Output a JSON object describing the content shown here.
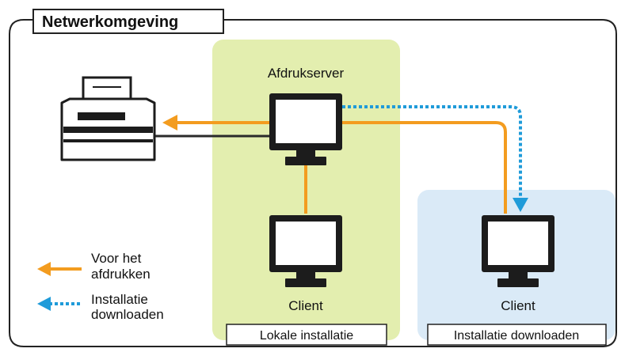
{
  "title": "Netwerkomgeving",
  "nodes": {
    "printer": {
      "label": ""
    },
    "server": {
      "label": "Afdrukserver"
    },
    "client_local": {
      "label": "Client"
    },
    "client_download": {
      "label": "Client"
    }
  },
  "zones": {
    "local": {
      "label": "Lokale installatie",
      "color": "#e3eeaf"
    },
    "download": {
      "label": "Installatie downloaden",
      "color": "#daeaf7"
    }
  },
  "legend": {
    "print": {
      "line1": "Voor het",
      "line2": "afdrukken",
      "color": "#f39c1f"
    },
    "download": {
      "line1": "Installatie",
      "line2": "downloaden",
      "color": "#1f9bd9"
    }
  },
  "colors": {
    "print_line": "#f39c1f",
    "download_line": "#1f9bd9",
    "cable": "#2a2a2a",
    "border": "#222222"
  },
  "icons": {
    "printer": "printer-icon",
    "monitor": "monitor-icon"
  }
}
